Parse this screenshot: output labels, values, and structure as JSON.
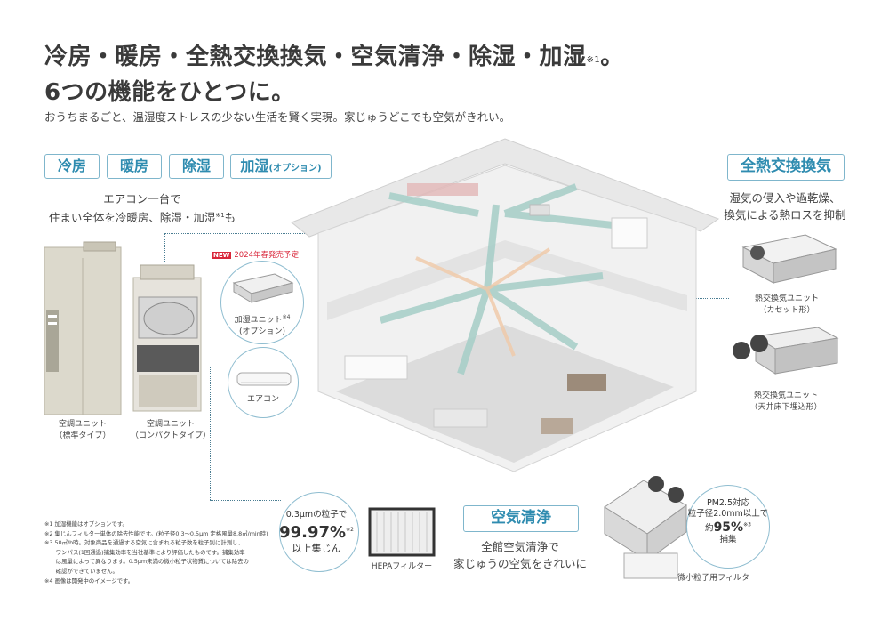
{
  "heading": {
    "line1": "冷房・暖房・全熱交換換気・空気清浄・除湿・加湿",
    "line1_note": "※1",
    "line1_end": "。",
    "line2": "6つの機能をひとつに。",
    "subtitle": "おうちまるごと、温湿度ストレスの少ない生活を賢く実現。家じゅうどこでも空気がきれい。"
  },
  "left_section": {
    "tags": [
      {
        "label": "冷房"
      },
      {
        "label": "暖房"
      },
      {
        "label": "除湿"
      },
      {
        "label": "加湿",
        "suffix": "(オプション)"
      }
    ],
    "desc_line1": "エアコン一台で",
    "desc_line2": "住まい全体を冷暖房、除湿・加湿",
    "desc_note": "※1",
    "desc_end": "も",
    "units": [
      {
        "line1": "空調ユニット",
        "line2": "（標準タイプ）"
      },
      {
        "line1": "空調ユニット",
        "line2": "（コンパクトタイプ）"
      }
    ],
    "new_badge": "NEW",
    "new_text": "2024年春発売予定",
    "humidifier": {
      "line1": "加湿ユニット",
      "note": "※4",
      "line2": "(オプション)"
    },
    "aircon_label": "エアコン"
  },
  "right_section": {
    "tag": "全熱交換換気",
    "desc_line1": "湿気の侵入や過乾燥、",
    "desc_line2": "換気による熱ロスを抑制",
    "units": [
      {
        "line1": "熱交換気ユニット",
        "line2": "（カセット形）"
      },
      {
        "line1": "熱交換気ユニット",
        "line2": "（天井床下埋込形）"
      }
    ]
  },
  "purification": {
    "tag": "空気清浄",
    "desc_line1": "全館空気清浄で",
    "desc_line2": "家じゅうの空気をきれいに",
    "hepa_bubble": {
      "line1": "0.3μmの粒子で",
      "pct": "99.97%",
      "note": "※2",
      "line3": "以上集じん"
    },
    "hepa_label": "HEPAフィルター",
    "pm_bubble": {
      "line1": "PM2.5対応",
      "line2": "粒子径2.0mm以上で",
      "pct_prefix": "約",
      "pct": "95%",
      "note": "※3",
      "line4": "捕集"
    },
    "filter_label": "微小粒子用フィルター"
  },
  "notes": [
    "※1 加湿機能はオプションです。",
    "※2 集じんフィルター単体の除去性能です。(粒子径0.3～0.5μm 定格風量8.8㎥/min時)",
    "※3 50㎥/h時。対象商品を通過する空気に含まれる粒子数を粒子別に計測し、",
    "　　ワンパス(1回通過)捕集効率を当社基準により評価したものです。捕集効率",
    "　　は風量によって異なります。0.5μm未満の微小粒子状物質については除去の",
    "　　確認ができていません。",
    "※4 画像は開発中のイメージです。"
  ],
  "colors": {
    "accent_blue": "#2f8cb0",
    "tag_border": "#7fb6cc",
    "new_red": "#d9263a"
  }
}
